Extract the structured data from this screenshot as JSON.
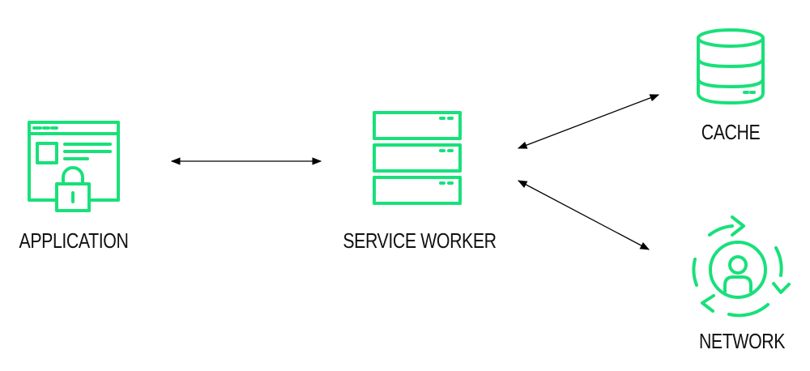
{
  "nodes": {
    "application": {
      "label": "APPLICATION",
      "icon": "locked-browser-window-icon"
    },
    "service_worker": {
      "label": "SERVICE WORKER",
      "icon": "server-stack-icon"
    },
    "cache": {
      "label": "CACHE",
      "icon": "database-icon"
    },
    "network": {
      "label": "NETWORK",
      "icon": "user-sync-icon"
    }
  },
  "edges": [
    {
      "from": "application",
      "to": "service_worker",
      "direction": "both"
    },
    {
      "from": "service_worker",
      "to": "cache",
      "direction": "both"
    },
    {
      "from": "service_worker",
      "to": "network",
      "direction": "both"
    }
  ],
  "colors": {
    "icon": "#19e07a",
    "arrow": "#000000",
    "text": "#111111"
  }
}
